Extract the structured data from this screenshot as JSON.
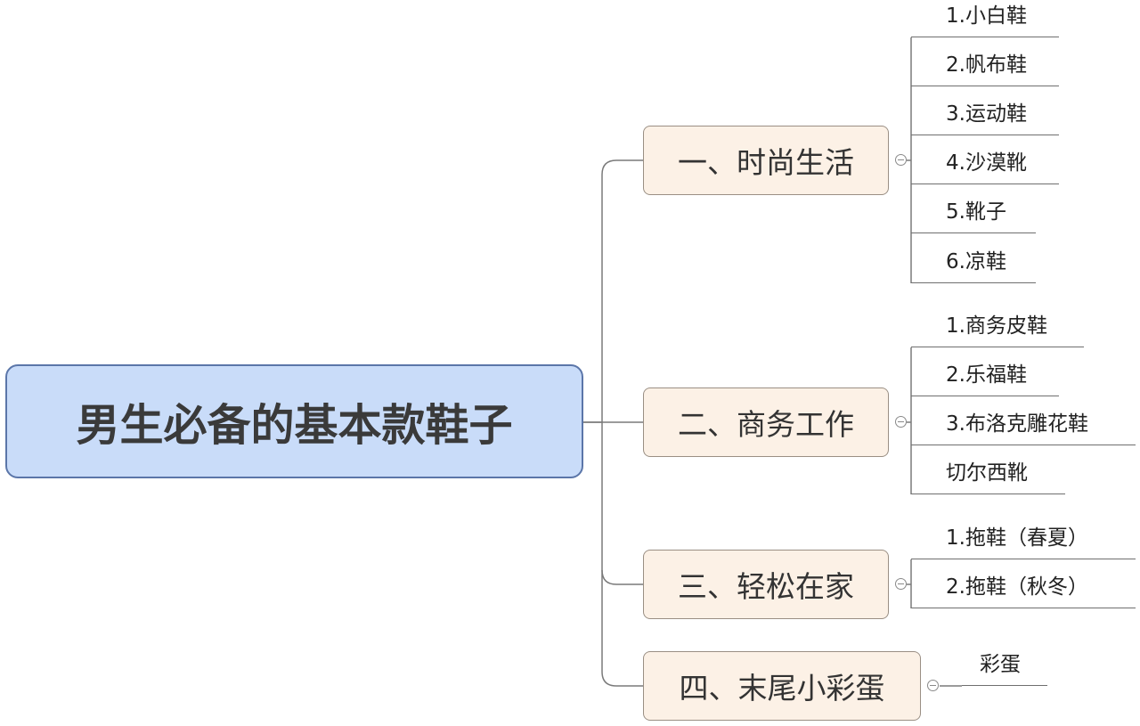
{
  "mindmap": {
    "root": "男生必备的基本款鞋子",
    "branches": [
      {
        "label": "一、时尚生活",
        "leaves": [
          "1.小白鞋",
          "2.帆布鞋",
          "3.运动鞋",
          "4.沙漠靴",
          "5.靴子",
          "6.凉鞋"
        ]
      },
      {
        "label": "二、商务工作",
        "leaves": [
          "1.商务皮鞋",
          "2.乐福鞋",
          "3.布洛克雕花鞋",
          "切尔西靴"
        ]
      },
      {
        "label": "三、轻松在家",
        "leaves": [
          "1.拖鞋（春夏）",
          "2.拖鞋（秋冬）"
        ]
      },
      {
        "label": "四、末尾小彩蛋",
        "leaves": [
          "彩蛋"
        ]
      }
    ]
  },
  "colors": {
    "root_fill": "#c9dcf9",
    "root_border": "#5b76a9",
    "branch_fill": "#fcf1e6",
    "branch_border": "#9a8f84",
    "line": "#7a7a7a"
  }
}
